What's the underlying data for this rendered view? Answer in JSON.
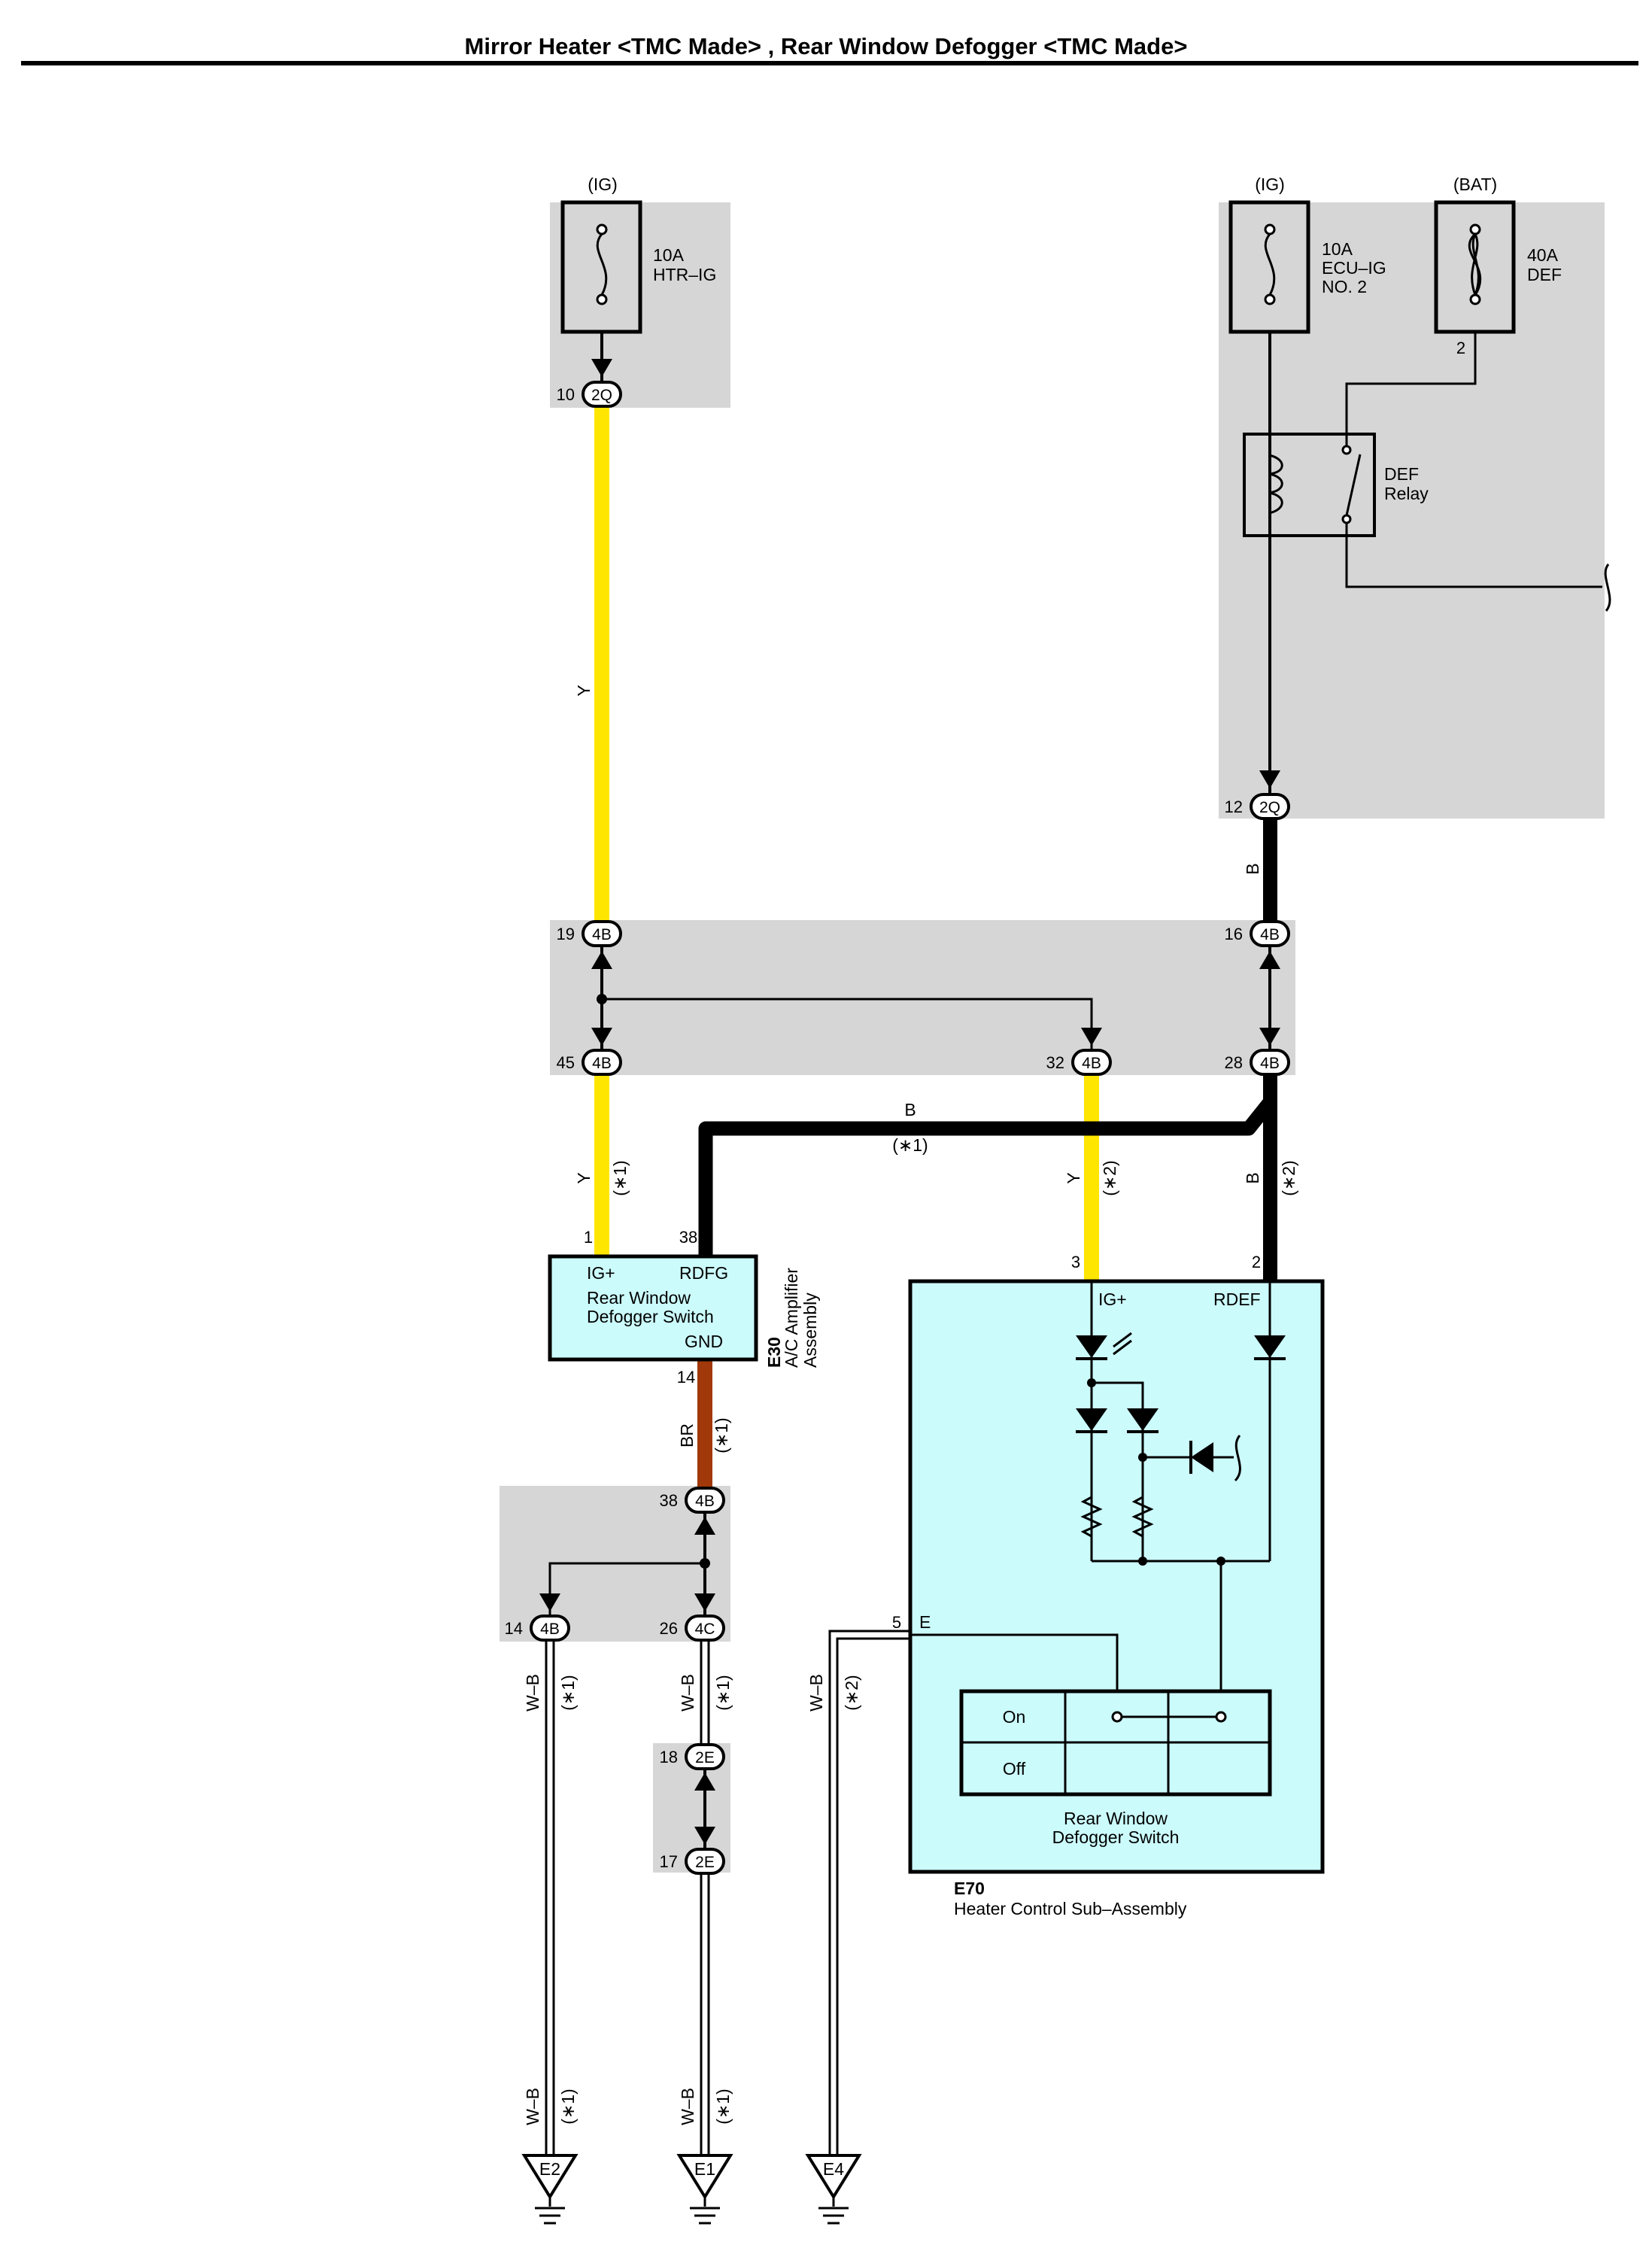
{
  "title": "Mirror Heater <TMC Made> , Rear Window Defogger <TMC Made>",
  "supplies": [
    "(IG)",
    "(IG)",
    "(BAT)"
  ],
  "fuses": {
    "htr_ig": {
      "rating": "10A",
      "name": "HTR–IG"
    },
    "ecu_ig2": {
      "rating": "10A",
      "name_line1": "ECU–IG",
      "name_line2": "NO. 2"
    },
    "def": {
      "rating": "40A",
      "name": "DEF"
    }
  },
  "def_fuse_pin": "2",
  "relay": {
    "line1": "DEF",
    "line2": "Relay"
  },
  "connectors": {
    "c2q_10": {
      "pin": "10",
      "code": "2Q"
    },
    "c2q_12": {
      "pin": "12",
      "code": "2Q"
    },
    "c4b_19": {
      "pin": "19",
      "code": "4B"
    },
    "c4b_16": {
      "pin": "16",
      "code": "4B"
    },
    "c4b_45": {
      "pin": "45",
      "code": "4B"
    },
    "c4b_32": {
      "pin": "32",
      "code": "4B"
    },
    "c4b_28": {
      "pin": "28",
      "code": "4B"
    },
    "c4b_38": {
      "pin": "38",
      "code": "4B"
    },
    "c4b_14": {
      "pin": "14",
      "code": "4B"
    },
    "c4c_26": {
      "pin": "26",
      "code": "4C"
    },
    "c2e_18": {
      "pin": "18",
      "code": "2E"
    },
    "c2e_17": {
      "pin": "17",
      "code": "2E"
    }
  },
  "wire_labels": {
    "y_upper": "Y",
    "b_upper": "B",
    "y_e30": "Y",
    "y_e30_note": "(∗1)",
    "b_cross": "B",
    "b_cross_note": "(∗1)",
    "y_e70": "Y",
    "y_e70_note": "(∗2)",
    "b_e70": "B",
    "b_e70_note": "(∗2)",
    "br": "BR",
    "br_note": "(∗1)",
    "wb_e2_top": "W–B",
    "wb_e2_top_note": "(∗1)",
    "wb_e1_top": "W–B",
    "wb_e1_top_note": "(∗1)",
    "wb_e4": "W–B",
    "wb_e4_note": "(∗2)",
    "wb_e2_bot": "W–B",
    "wb_e2_bot_note": "(∗1)",
    "wb_e1_bot": "W–B",
    "wb_e1_bot_note": "(∗1)"
  },
  "e30": {
    "code": "E30",
    "name_line1": "A/C Amplifier",
    "name_line2": "Assembly",
    "pin_ig": "1",
    "pin_rdfg": "38",
    "pin_gnd": "14",
    "term_ig": "IG+",
    "term_rdfg": "RDFG",
    "term_gnd": "GND",
    "switch_line1": "Rear Window",
    "switch_line2": "Defogger Switch"
  },
  "e70": {
    "code": "E70",
    "name": "Heater Control Sub–Assembly",
    "pin_ig": "3",
    "pin_rdef": "2",
    "pin_e": "5",
    "term_ig": "IG+",
    "term_rdef": "RDEF",
    "term_e": "E",
    "switch_on": "On",
    "switch_off": "Off",
    "switch_line1": "Rear Window",
    "switch_line2": "Defogger Switch"
  },
  "grounds": [
    "E2",
    "E1",
    "E4"
  ],
  "colors": {
    "yellow_wire": "#ffe600",
    "black_wire": "#000000",
    "brown_wire": "#a0380a",
    "junction_bg": "#d6d6d6",
    "component_bg": "#ccfbfc"
  }
}
